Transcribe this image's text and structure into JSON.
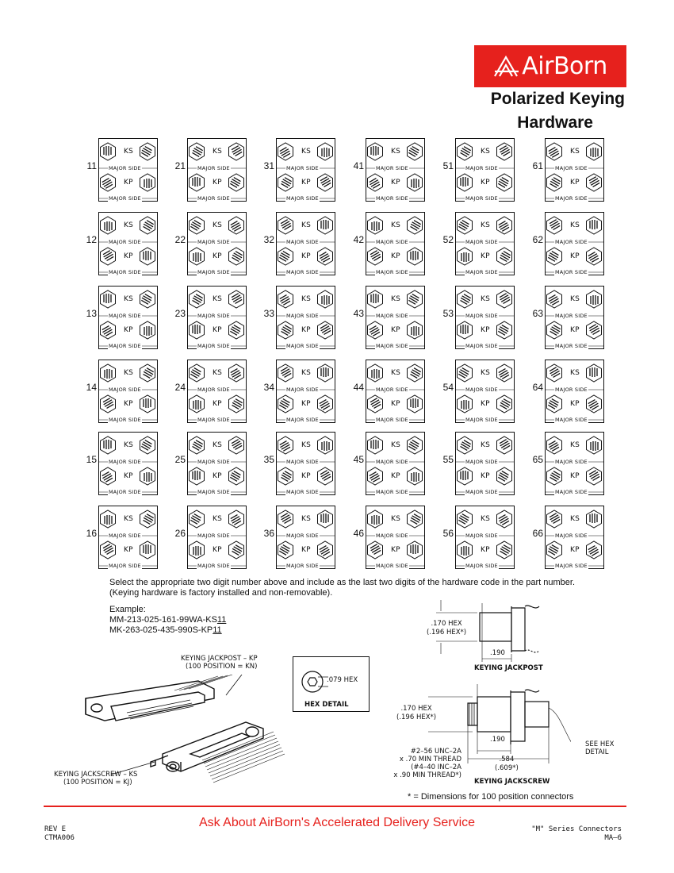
{
  "brand": {
    "name": "AirBorn",
    "color": "#e6211d"
  },
  "title": {
    "line1": "Polarized Keying",
    "line2": "Hardware"
  },
  "grid": {
    "ks_label": "KS",
    "kp_label": "KP",
    "major_side_label": "MAJOR SIDE",
    "rows": [
      [
        "11",
        "21",
        "31",
        "41",
        "51",
        "61"
      ],
      [
        "12",
        "22",
        "32",
        "42",
        "52",
        "62"
      ],
      [
        "13",
        "23",
        "33",
        "43",
        "53",
        "63"
      ],
      [
        "14",
        "24",
        "34",
        "44",
        "54",
        "64"
      ],
      [
        "15",
        "25",
        "35",
        "45",
        "55",
        "65"
      ],
      [
        "16",
        "26",
        "36",
        "46",
        "56",
        "66"
      ]
    ]
  },
  "instructions": {
    "line1": "Select the appropriate two digit number above and include as the last two digits of the hardware code in the part number.",
    "line2": "(Keying hardware is factory installed and non-removable)."
  },
  "example": {
    "label": "Example:",
    "pn1_prefix": "MM-213-025-161-99WA-KS",
    "pn1_suffix": "11",
    "pn2_prefix": "MK-263-025-435-990S-KP",
    "pn2_suffix": "11"
  },
  "drawing": {
    "jackpost_callout_1": "KEYING JACKPOST – KP",
    "jackpost_callout_2": "(100 POSITION = KN)",
    "jackscrew_callout_1": "KEYING JACKSCREW – KS",
    "jackscrew_callout_2": "(100 POSITION = KJ)",
    "hex_detail_dim": ".079 HEX",
    "hex_detail_title": "HEX DETAIL",
    "post_hex_1": ".170 HEX",
    "post_hex_2": "(.196 HEX*)",
    "post_len": ".190",
    "post_title": "KEYING JACKPOST",
    "screw_hex_1": ".170 HEX",
    "screw_hex_2": "(.196 HEX*)",
    "screw_len": ".190",
    "thread_1": "#2–56 UNC–2A",
    "thread_2": "x .70 MIN THREAD",
    "thread_3": "(#4–40 INC–2A",
    "thread_4": "x .90 MIN THREAD*)",
    "screw_overall_1": ".584",
    "screw_overall_2": "(.609*)",
    "see_hex_1": "SEE HEX",
    "see_hex_2": "DETAIL",
    "screw_title": "KEYING JACKSCREW"
  },
  "note": "* = Dimensions for 100 position connectors",
  "footer": {
    "tagline": "Ask About AirBorn's Accelerated Delivery Service",
    "rev": "REV E",
    "doc_code": "CTMA006",
    "series": "\"M\" Series Connectors",
    "page": "MA–6"
  }
}
